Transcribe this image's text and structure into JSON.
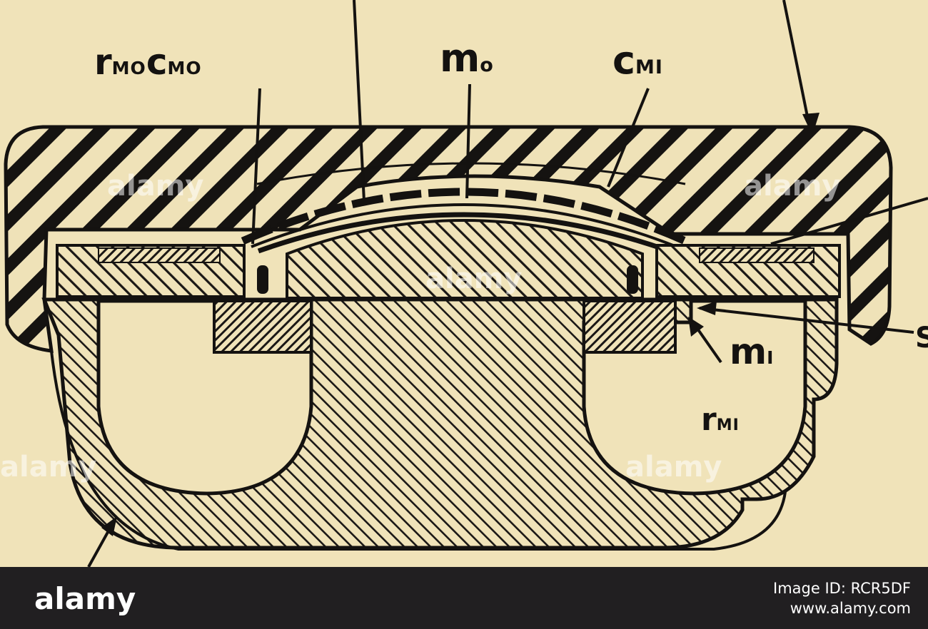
{
  "labels": {
    "r_mo_c_mo": {
      "a": "r",
      "a_sub": "MO",
      "b": "c",
      "b_sub": "MO"
    },
    "m_o": {
      "main": "m",
      "sub": "o"
    },
    "c_mi": {
      "main": "c",
      "sub": "MI"
    },
    "m_i": {
      "main": "m",
      "sub": "I"
    },
    "r_mi": {
      "main": "r",
      "sub": "MI"
    },
    "right_edge": "S"
  },
  "watermark": "alamy",
  "footer": {
    "brand": "alamy",
    "image_id": "Image ID: RCR5DF",
    "site": "www.alamy.com"
  },
  "colors": {
    "paper": "#f0e3b9",
    "ink": "#141210",
    "footer_bg": "#211f21"
  }
}
